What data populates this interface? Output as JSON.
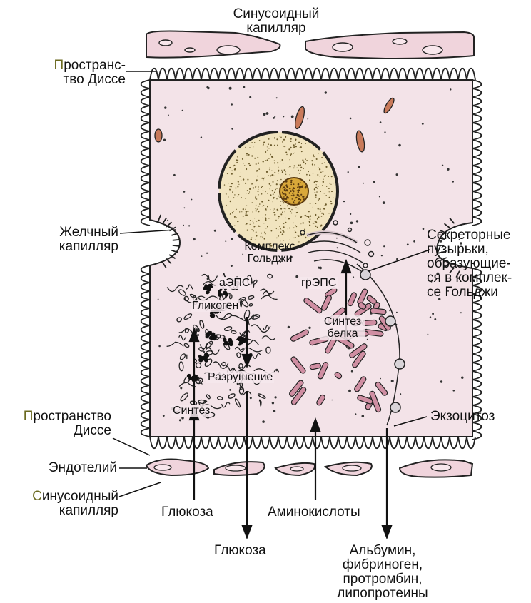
{
  "labels": {
    "top_capillary_1": "Синусоидный",
    "top_capillary_2": "капилляр",
    "disse_top_first": "П",
    "disse_top_rest_1": "ространс-",
    "disse_top_2": "тво Диссе",
    "bile_1": "Желчный",
    "bile_2": "капилляр",
    "secretory_1": "Секреторные",
    "secretory_2": "пузырьки,",
    "secretory_3": "образующие-",
    "secretory_4": "ся в комплек-",
    "secretory_5": "се Гольджи",
    "golgi_1": "Комплекс",
    "golgi_2": "Гольджи",
    "aeps": "аЭПС",
    "greps": "грЭПС",
    "glycogen": "Гликоген",
    "synthesis_protein_1": "Синтез",
    "synthesis_protein_2": "белка",
    "destruction": "Разрушение",
    "synthesis": "Синтез",
    "disse_bottom_first": "П",
    "disse_bottom_rest_1": "ространство",
    "disse_bottom_2": "Диссе",
    "exocytosis": "Экзоцитоз",
    "endothelium": "Эндотелий",
    "bottom_capillary_first": "С",
    "bottom_capillary_rest_1": "инусоидный",
    "bottom_capillary_2": "капилляр",
    "glucose_in": "Глюкоза",
    "amino_acids": "Аминокислоты",
    "glucose_out": "Глюкоза",
    "products_1": "Альбумин,",
    "products_2": "фибриноген,",
    "products_3": "протромбин,",
    "products_4": "липопротеины"
  },
  "colors": {
    "cytoplasm": "#f3e3e8",
    "nucleus": "#f1e4bf",
    "nucleolus": "#d9a83a",
    "rer": "#cf8ea2",
    "endothelium": "#f0d4dc",
    "label_accent": "#6b6a20"
  }
}
